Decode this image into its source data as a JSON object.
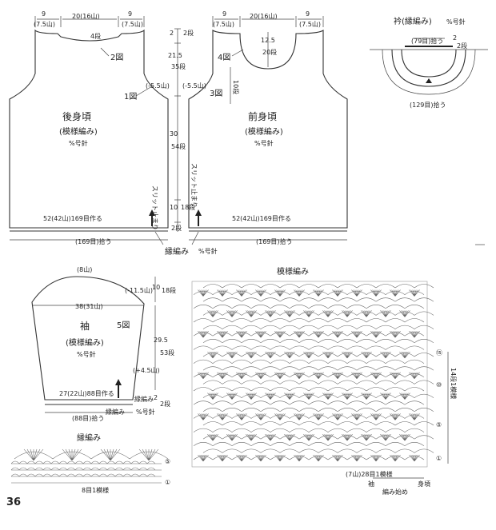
{
  "page_number": "36",
  "back_body": {
    "title": "後身頃",
    "pattern": "(模様編み)",
    "needle": "%号針",
    "top_left_width": "9",
    "top_left_width_sub": "(7.5山)",
    "top_center_width": "20(16山)",
    "top_right_width": "9",
    "top_right_width_sub": "(7.5山)",
    "neck_depth": "4段",
    "neck_depth_sub": "2段",
    "fig2": "2図",
    "fig1": "1図",
    "armhole_dec": "(-5.5山)",
    "armhole_height": "21.5",
    "armhole_rows": "35段",
    "body_height": "30",
    "body_rows": "54段",
    "slit": "スリット止まり",
    "slit_height": "10",
    "slit_rows": "18段",
    "hem_rows": "2段",
    "bottom_width": "52(42山)169目作る",
    "pickup": "(169目)拾う"
  },
  "front_body": {
    "title": "前身頃",
    "pattern": "(模様編み)",
    "needle": "%号針",
    "top_left_width": "9",
    "top_left_width_sub": "(7.5山)",
    "top_center_width": "20(16山)",
    "top_right_width": "9",
    "top_right_width_sub": "(7.5山)",
    "neck_depth": "12.5",
    "neck_rows": "20段",
    "fig4": "4図",
    "fig3": "3図",
    "armhole_dec": "(-5.5山)",
    "neck_extra": "10段",
    "slit": "スリット止まり",
    "bottom_width": "52(42山)169目作る",
    "pickup": "(169目)拾う"
  },
  "edge_label": "縁編み",
  "edge_needle": "%号針",
  "collar": {
    "title": "衿(縁編み)",
    "needle": "%号針",
    "inner": "(79目)拾う",
    "outer": "(129目)拾う",
    "rows": "2段",
    "height": "2"
  },
  "sleeve": {
    "title": "袖",
    "fig5": "5図",
    "pattern": "(模様編み)",
    "needle": "%号針",
    "top_count": "(8山)",
    "cap_dec": "(-11.5山)",
    "cap_height": "10",
    "cap_rows": "18段",
    "width_mid": "38(31山)",
    "length": "29.5",
    "length_rows": "53段",
    "increase": "(+4.5山)",
    "bottom_width": "27(22山)88目作る",
    "edge": "縁編み",
    "edge_needle": "%号針",
    "edge_rows": "2段",
    "edge_height": "2",
    "pickup": "(88目)拾う"
  },
  "stitch_chart": {
    "title": "模様編み",
    "row_marks": [
      "⑮",
      "⑩",
      "⑤",
      "①"
    ],
    "repeat_label": "14段1模様",
    "bottom_label": "(7山)28目1模様",
    "bottom_sub": "編み始め",
    "start_left": "袖",
    "start_right": "身頃"
  },
  "edging_chart": {
    "title": "縁編み",
    "row_marks": [
      "⑤",
      "①"
    ],
    "repeat_label": "8目1模様"
  }
}
